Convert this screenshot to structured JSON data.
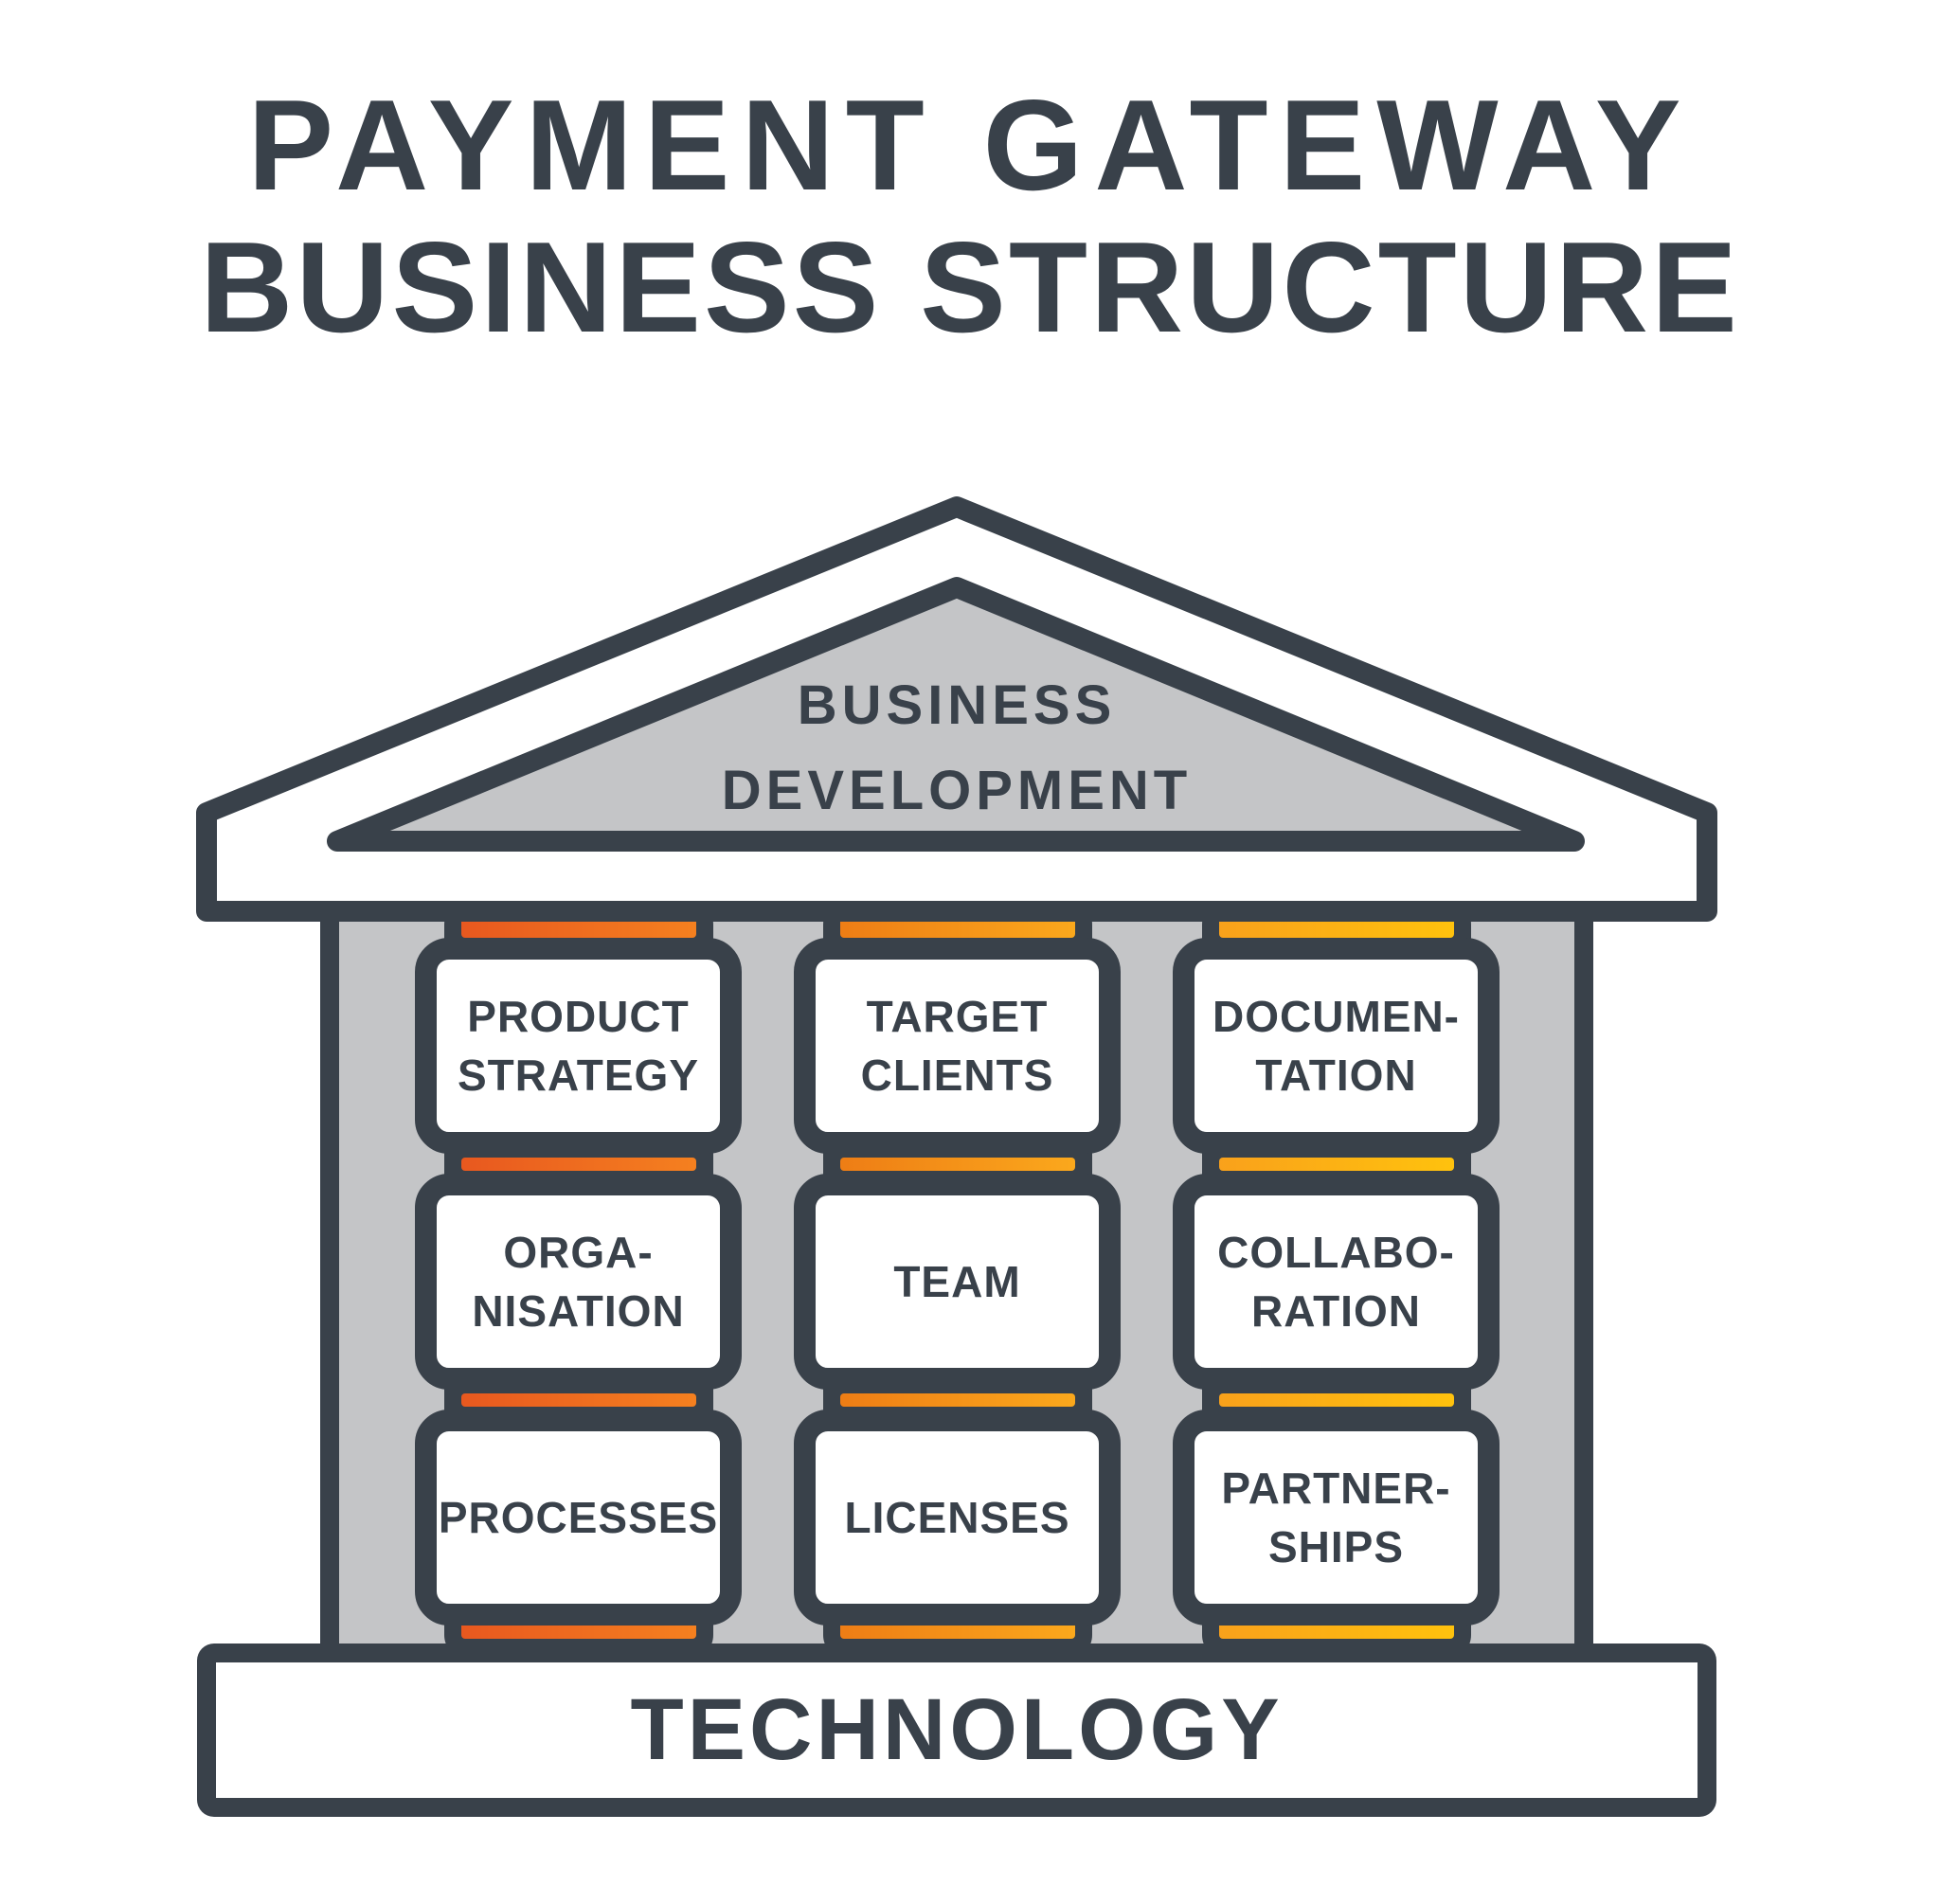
{
  "title": {
    "line1": "PAYMENT GATEWAY",
    "line2": "BUSINESS STRUCTURE"
  },
  "pediment": {
    "line1": "BUSINESS",
    "line2": "DEVELOPMENT"
  },
  "columns": [
    {
      "id": "column-1",
      "pillar_color_left": "#e8581f",
      "pillar_color_right": "#f5801f",
      "cells": [
        {
          "lines": [
            "PRODUCT",
            "STRATEGY"
          ]
        },
        {
          "lines": [
            "ORGA-",
            "NISATION"
          ]
        },
        {
          "lines": [
            "PROCESSES"
          ]
        }
      ]
    },
    {
      "id": "column-2",
      "pillar_color_left": "#ee7d15",
      "pillar_color_right": "#fba81c",
      "cells": [
        {
          "lines": [
            "TARGET",
            "CLIENTS"
          ]
        },
        {
          "lines": [
            "TEAM"
          ]
        },
        {
          "lines": [
            "LICENSES"
          ]
        }
      ]
    },
    {
      "id": "column-3",
      "pillar_color_left": "#f9a11b",
      "pillar_color_right": "#ffc20d",
      "cells": [
        {
          "lines": [
            "DOCUMEN-",
            "TATION"
          ]
        },
        {
          "lines": [
            "COLLABO-",
            "RATION"
          ]
        },
        {
          "lines": [
            "PARTNER-",
            "SHIPS"
          ]
        }
      ]
    }
  ],
  "base": {
    "label": "TECHNOLOGY"
  },
  "colors": {
    "outline": "#39414a",
    "fill_gray": "#c4c5c7",
    "background": "#ffffff"
  }
}
